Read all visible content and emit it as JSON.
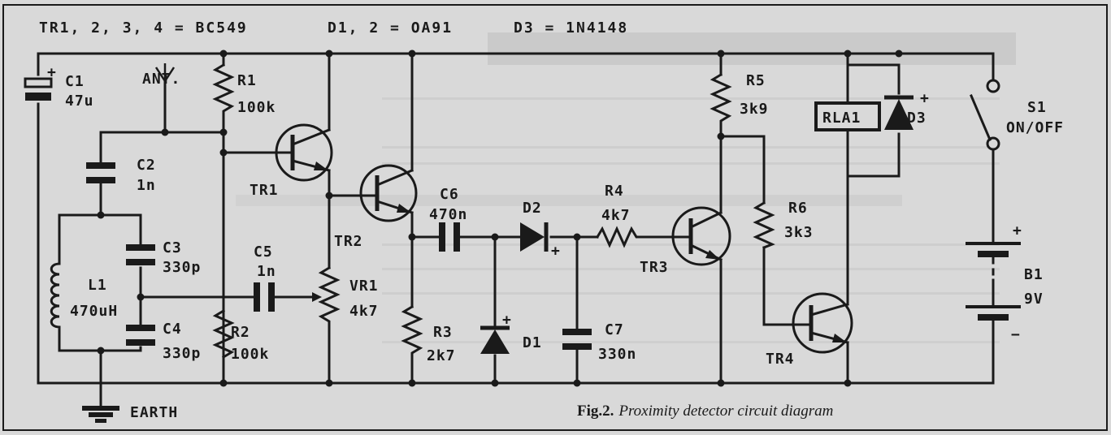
{
  "header": {
    "transistors": "TR1, 2, 3, 4 = BC549",
    "diodes_d12": "D1, 2 = OA91",
    "diode_d3": "D3 = 1N4148"
  },
  "components": {
    "c1": {
      "ref": "C1",
      "value": "47u"
    },
    "ant": {
      "ref": "ANT."
    },
    "c2": {
      "ref": "C2",
      "value": "1n"
    },
    "r1": {
      "ref": "R1",
      "value": "100k"
    },
    "tr1": {
      "ref": "TR1"
    },
    "l1": {
      "ref": "L1",
      "value": "470uH"
    },
    "c3": {
      "ref": "C3",
      "value": "330p"
    },
    "c4": {
      "ref": "C4",
      "value": "330p"
    },
    "c5": {
      "ref": "C5",
      "value": "1n"
    },
    "r2": {
      "ref": "R2",
      "value": "100k"
    },
    "vr1": {
      "ref": "VR1",
      "value": "4k7"
    },
    "tr2": {
      "ref": "TR2"
    },
    "c6": {
      "ref": "C6",
      "value": "470n"
    },
    "d2": {
      "ref": "D2"
    },
    "r4": {
      "ref": "R4",
      "value": "4k7"
    },
    "r3": {
      "ref": "R3",
      "value": "2k7"
    },
    "d1": {
      "ref": "D1"
    },
    "c7": {
      "ref": "C7",
      "value": "330n"
    },
    "tr3": {
      "ref": "TR3"
    },
    "r5": {
      "ref": "R5",
      "value": "3k9"
    },
    "r6": {
      "ref": "R6",
      "value": "3k3"
    },
    "tr4": {
      "ref": "TR4"
    },
    "rla1": {
      "ref": "RLA1"
    },
    "d3": {
      "ref": "D3"
    },
    "s1": {
      "ref": "S1",
      "value": "ON/OFF"
    },
    "b1": {
      "ref": "B1",
      "value": "9V"
    },
    "earth": {
      "ref": "EARTH"
    }
  },
  "polarity": {
    "plus": "+",
    "minus": "−"
  },
  "caption": {
    "label": "Fig.2.",
    "text": "Proximity detector circuit diagram"
  },
  "colors": {
    "ink": "#1a1a1a",
    "paper": "#d9d9d9"
  }
}
